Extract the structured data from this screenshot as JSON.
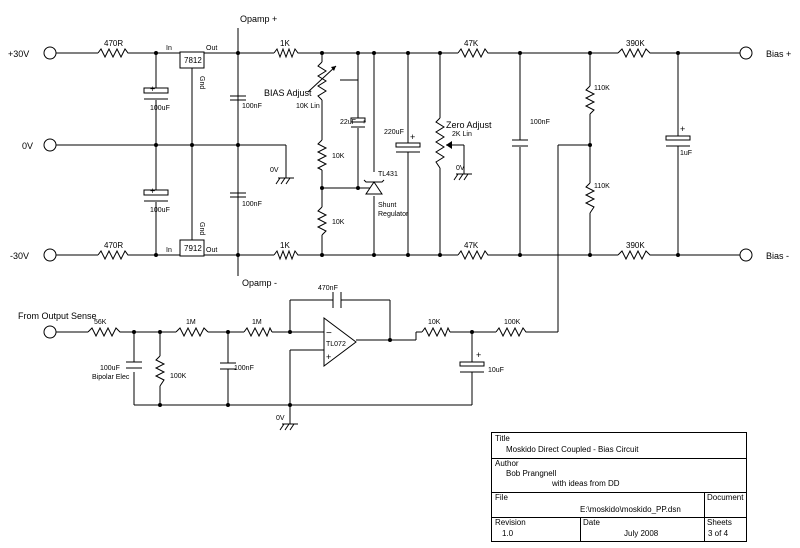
{
  "nodes": {
    "plus30v": "+30V",
    "zero_v": "0V",
    "minus30v": "-30V",
    "from_output_sense": "From Output Sense",
    "bias_plus": "Bias +",
    "bias_minus": "Bias -",
    "opamp_plus": "Opamp +",
    "opamp_minus": "Opamp -",
    "gnd_0v": "0V"
  },
  "regulators": {
    "pos": {
      "part": "7812",
      "in": "In",
      "out": "Out",
      "gnd": "Gnd"
    },
    "neg": {
      "part": "7912",
      "in": "In",
      "out": "Out",
      "gnd": "Gnd"
    }
  },
  "components": {
    "r_in_top": "470R",
    "r_in_bot": "470R",
    "c_100uf_top": "100uF",
    "c_100uf_bot": "100uF",
    "c_100nf_top": "100nF",
    "c_100nf_bot": "100nF",
    "r_1k_top": "1K",
    "r_1k_bot": "1K",
    "bias_adjust": "BIAS Adjust",
    "bias_adjust_val": "10K Lin",
    "r_10k_a": "10K",
    "r_10k_b": "10K",
    "c_22uf": "22uF",
    "c_22uf_pol": "+",
    "shunt_part": "TL431",
    "shunt_label1": "Shunt",
    "shunt_label2": "Regulator",
    "c_220uf": "220uF",
    "zero_adjust": "Zero Adjust",
    "zero_adjust_val": "2K Lin",
    "r_47k_top": "47K",
    "r_47k_bot": "47K",
    "c_100nf_mid": "100nF",
    "r_110k_top": "110K",
    "r_110k_bot": "110K",
    "r_390k_top": "390K",
    "r_390k_bot": "390K",
    "c_1uf": "1uF",
    "r_56k": "56K",
    "c_100uf_bipolar": "100uF",
    "c_100uf_bipolar_note": "Bipolar Elec",
    "r_100k_shunt": "100K",
    "r_1m_a": "1M",
    "r_1m_b": "1M",
    "c_100nf_filter": "100nF",
    "c_470nf": "470nF",
    "opamp_part": "TL072",
    "opamp_minus_pin": "−",
    "opamp_plus_pin": "+",
    "r_10k_out": "10K",
    "r_100k_out": "100K",
    "c_10uf": "10uF"
  },
  "title_block": {
    "title_label": "Title",
    "title": "Moskido Direct Coupled - Bias Circuit",
    "author_label": "Author",
    "author": "Bob Prangnell",
    "author_note": "with ideas from DD",
    "file_label": "File",
    "file": "E:\\moskido\\moskido_PP.dsn",
    "document_label": "Document",
    "revision_label": "Revision",
    "revision": "1.0",
    "date_label": "Date",
    "date": "July 2008",
    "sheets_label": "Sheets",
    "sheets": "3 of 4"
  }
}
